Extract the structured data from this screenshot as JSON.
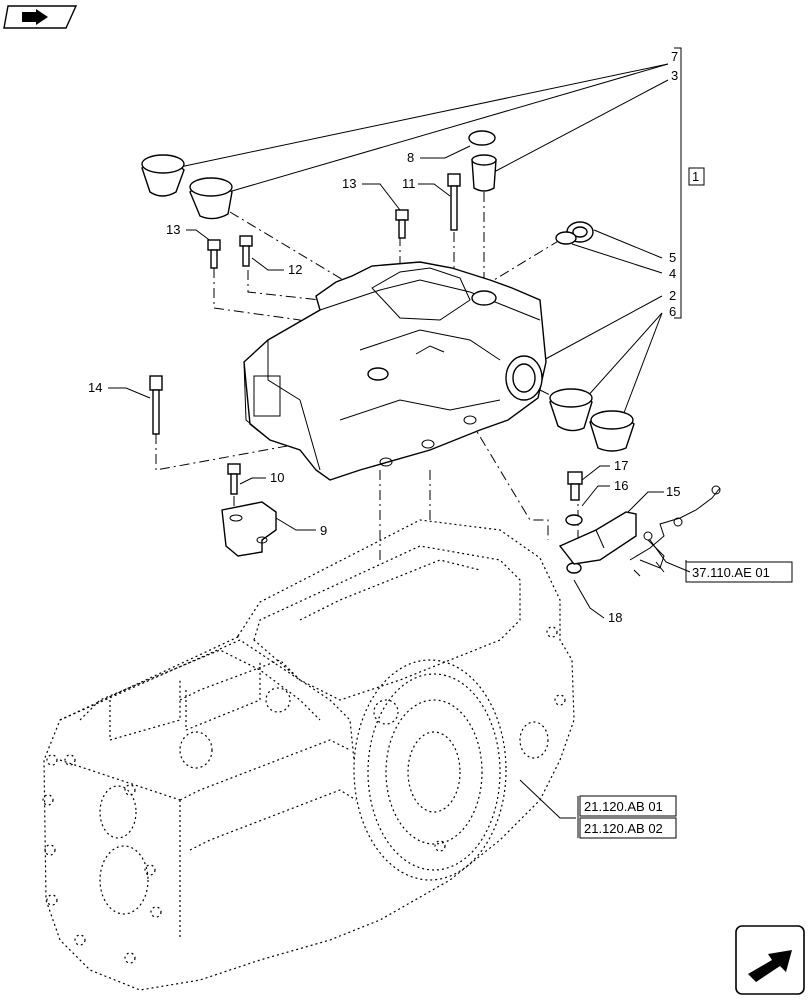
{
  "nav": {
    "top_icon": "book-arrow-icon",
    "bottom_icon": "next-page-arrow-icon"
  },
  "group_ref": "1",
  "callouts": {
    "c7": "7",
    "c3": "3",
    "c8": "8",
    "c13a": "13",
    "c11": "11",
    "c13b": "13",
    "c12": "12",
    "c5": "5",
    "c4": "4",
    "c2": "2",
    "c6": "6",
    "c14": "14",
    "c10": "10",
    "c9": "9",
    "c17": "17",
    "c16": "16",
    "c15": "15",
    "c18": "18"
  },
  "references": {
    "r37": "37.110.AE 01",
    "r21a": "21.120.AB 01",
    "r21b": "21.120.AB 02"
  }
}
